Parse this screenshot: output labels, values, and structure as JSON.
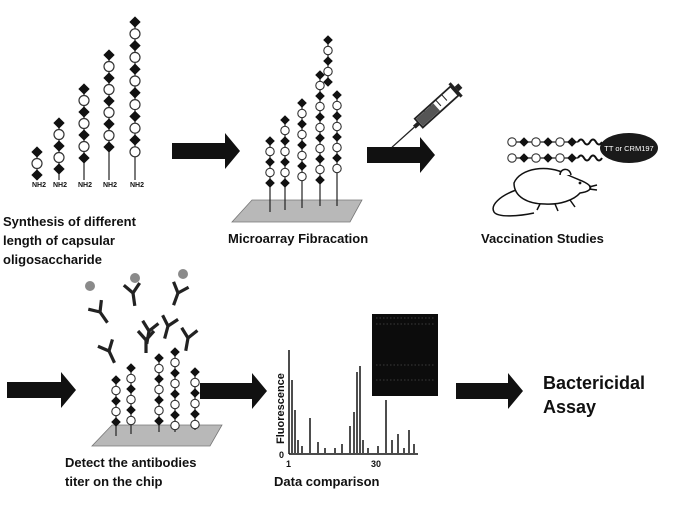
{
  "steps": {
    "synthesis_lines": [
      "Synthesis of different",
      "length of capsular",
      "oligosaccharide"
    ],
    "microarray_label": "Microarray Fibracation",
    "vaccination_label": "Vaccination Studies",
    "detect_lines": [
      "Detect the antibodies",
      "titer on the chip"
    ],
    "comparison_label": "Data comparison",
    "bactericidal_lines": [
      "Bactericidal",
      "Assay"
    ]
  },
  "amine_label": "NH2",
  "carrier_label": "TT or CRM197",
  "fluorescence_plot": {
    "ylabel": "Fluorescence",
    "y_tick": "0",
    "x_ticks": [
      "1",
      "30"
    ]
  },
  "colors": {
    "diamond": "#111111",
    "circle_fill": "#ffffff",
    "arrow": "#111111",
    "chip": "#b8b8b8",
    "antigen_head": "#8a8a8a"
  }
}
